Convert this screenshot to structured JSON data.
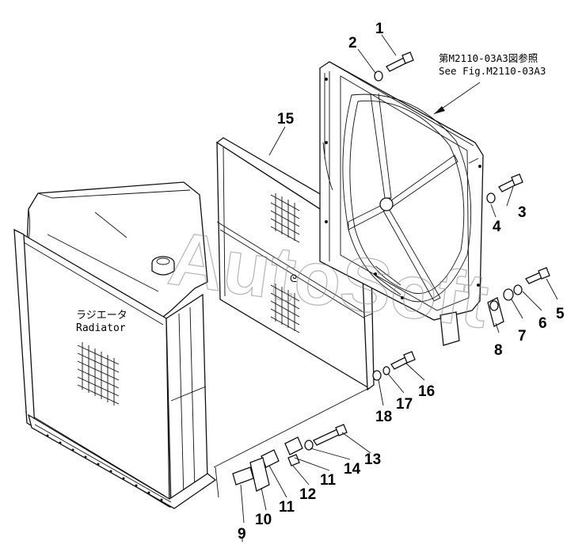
{
  "reference_note": {
    "line_jp": "第M2110-03A3図参照",
    "line_en": "See Fig.M2110-03A3"
  },
  "radiator_label": {
    "jp": "ラジエータ",
    "en": "Radiator"
  },
  "watermark": "AutoSoft",
  "callouts": [
    "1",
    "2",
    "3",
    "4",
    "5",
    "6",
    "7",
    "8",
    "9",
    "10",
    "11",
    "11",
    "12",
    "13",
    "14",
    "15",
    "16",
    "17",
    "18"
  ]
}
